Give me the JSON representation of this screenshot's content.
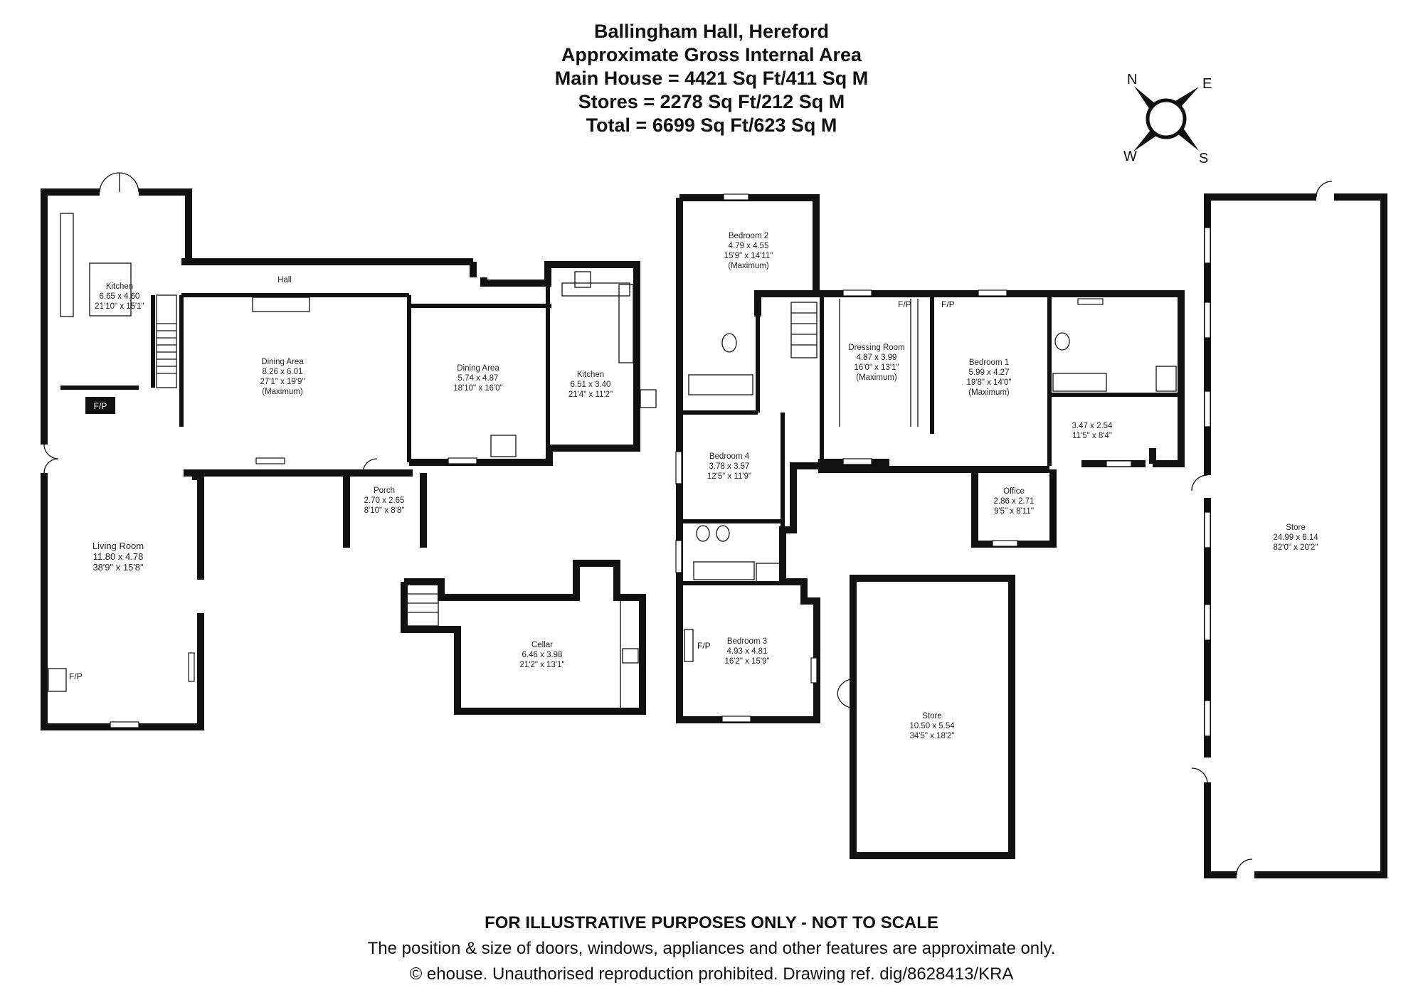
{
  "header": {
    "line1": "Ballingham Hall, Hereford",
    "line2": "Approximate Gross Internal Area",
    "line3": "Main House = 4421 Sq Ft/411 Sq M",
    "line4": "Stores = 2278 Sq Ft/212 Sq M",
    "line5": "Total = 6699 Sq Ft/623 Sq M"
  },
  "compass": {
    "n": "N",
    "e": "E",
    "s": "S",
    "w": "W"
  },
  "rooms": {
    "kitchen1": {
      "name": "Kitchen",
      "m": "6.65 x 4.60",
      "ft": "21'10\" x 15'1\""
    },
    "hall": {
      "name": "Hall"
    },
    "dining1": {
      "name": "Dining Area",
      "m": "8.26 x 6.01",
      "ft": "27'1\" x 19'9\"",
      "note": "(Maximum)"
    },
    "dining2": {
      "name": "Dining Area",
      "m": "5.74 x 4.87",
      "ft": "18'10\" x 16'0\""
    },
    "kitchen2": {
      "name": "Kitchen",
      "m": "6.51 x 3.40",
      "ft": "21'4\" x 11'2\""
    },
    "porch": {
      "name": "Porch",
      "m": "2.70 x 2.65",
      "ft": "8'10\" x 8'8\""
    },
    "living": {
      "name": "Living Room",
      "m": "11.80 x 4.78",
      "ft": "38'9\" x 15'8\""
    },
    "cellar": {
      "name": "Cellar",
      "m": "6.46 x 3.98",
      "ft": "21'2\" x 13'1\""
    },
    "bed2": {
      "name": "Bedroom 2",
      "m": "4.79 x 4.55",
      "ft": "15'9\" x 14'11\"",
      "note": "(Maximum)"
    },
    "bed4": {
      "name": "Bedroom 4",
      "m": "3.78 x 3.57",
      "ft": "12'5\" x 11'9\""
    },
    "bed3": {
      "name": "Bedroom 3",
      "m": "4.93 x 4.81",
      "ft": "16'2\" x 15'9\""
    },
    "dressing": {
      "name": "Dressing Room",
      "m": "4.87 x 3.99",
      "ft": "16'0\" x 13'1\"",
      "note": "(Maximum)"
    },
    "bed1": {
      "name": "Bedroom 1",
      "m": "5.99 x 4.27",
      "ft": "19'8\" x 14'0\"",
      "note": "(Maximum)"
    },
    "room_small": {
      "m": "3.47 x 2.54",
      "ft": "11'5\" x 8'4\""
    },
    "office": {
      "name": "Office",
      "m": "2.86 x 2.71",
      "ft": "9'5\" x 8'11\""
    },
    "store1": {
      "name": "Store",
      "m": "10.50 x 5.54",
      "ft": "34'5\" x 18'2\""
    },
    "store2": {
      "name": "Store",
      "m": "24.99 x 6.14",
      "ft": "82'0\" x 20'2\""
    }
  },
  "fp_label": "F/P",
  "footer": {
    "line1": "FOR ILLUSTRATIVE PURPOSES ONLY - NOT TO SCALE",
    "line2": "The position & size of doors, windows, appliances and other features are approximate only.",
    "line3": "© ehouse. Unauthorised reproduction prohibited. Drawing ref. dig/8628413/KRA"
  }
}
